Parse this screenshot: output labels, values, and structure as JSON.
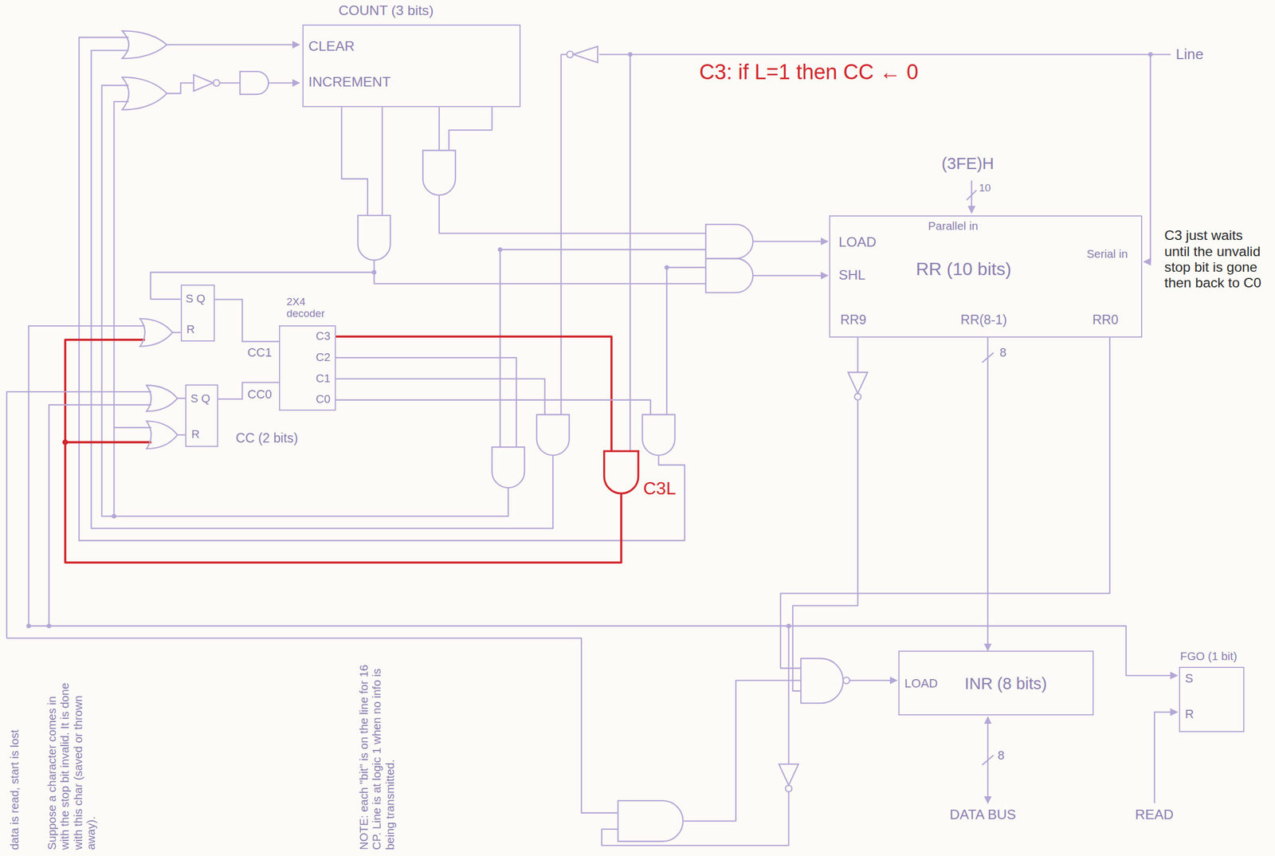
{
  "diagram": {
    "nodes": [
      {
        "text": [
          "COUNT (3 bits)",
          "CLEAR",
          "INCREMENT"
        ]
      },
      {
        "text": [
          "Parallel in",
          "LOAD",
          "SHL",
          "RR (10 bits)",
          "Serial in",
          "RR9",
          "RR(8-1)",
          "RR0"
        ]
      },
      {
        "text": [
          "S Q",
          "R"
        ]
      },
      {
        "text": [
          "2X4 decoder",
          "C3",
          "C2",
          "C1",
          "C0"
        ]
      },
      {
        "text": [
          "S Q",
          "R"
        ]
      },
      {
        "text": [
          "LOAD",
          "INR (8 bits)"
        ]
      },
      {
        "text": [
          "FGO (1 bit)",
          "S",
          "R"
        ]
      }
    ],
    "edges": [
      {
        "from": 2,
        "to": 3,
        "arrow": "none",
        "label": "CC1"
      },
      {
        "from": 4,
        "to": 3,
        "arrow": "none",
        "label": "CC0"
      },
      {
        "from": 1,
        "to": 5,
        "arrow": "to",
        "label": "8"
      }
    ],
    "labels": [
      "C3: if L=1 then CC ← 0",
      "Line",
      "(3FE)H",
      "10",
      "C3 just waits until the unvalid stop bit is gone then back to C0",
      "CC (2 bits)",
      "C3L",
      "8",
      "DATA BUS",
      "READ",
      "data is read, start is lost",
      "Suppose a character comes in with the stop bit invalid. It is done with this char (saved or thrown away).",
      "NOTE: each \"bit\" is on the line for 16 CP. Line is at logic 1 when no info is being transmitted."
    ]
  }
}
